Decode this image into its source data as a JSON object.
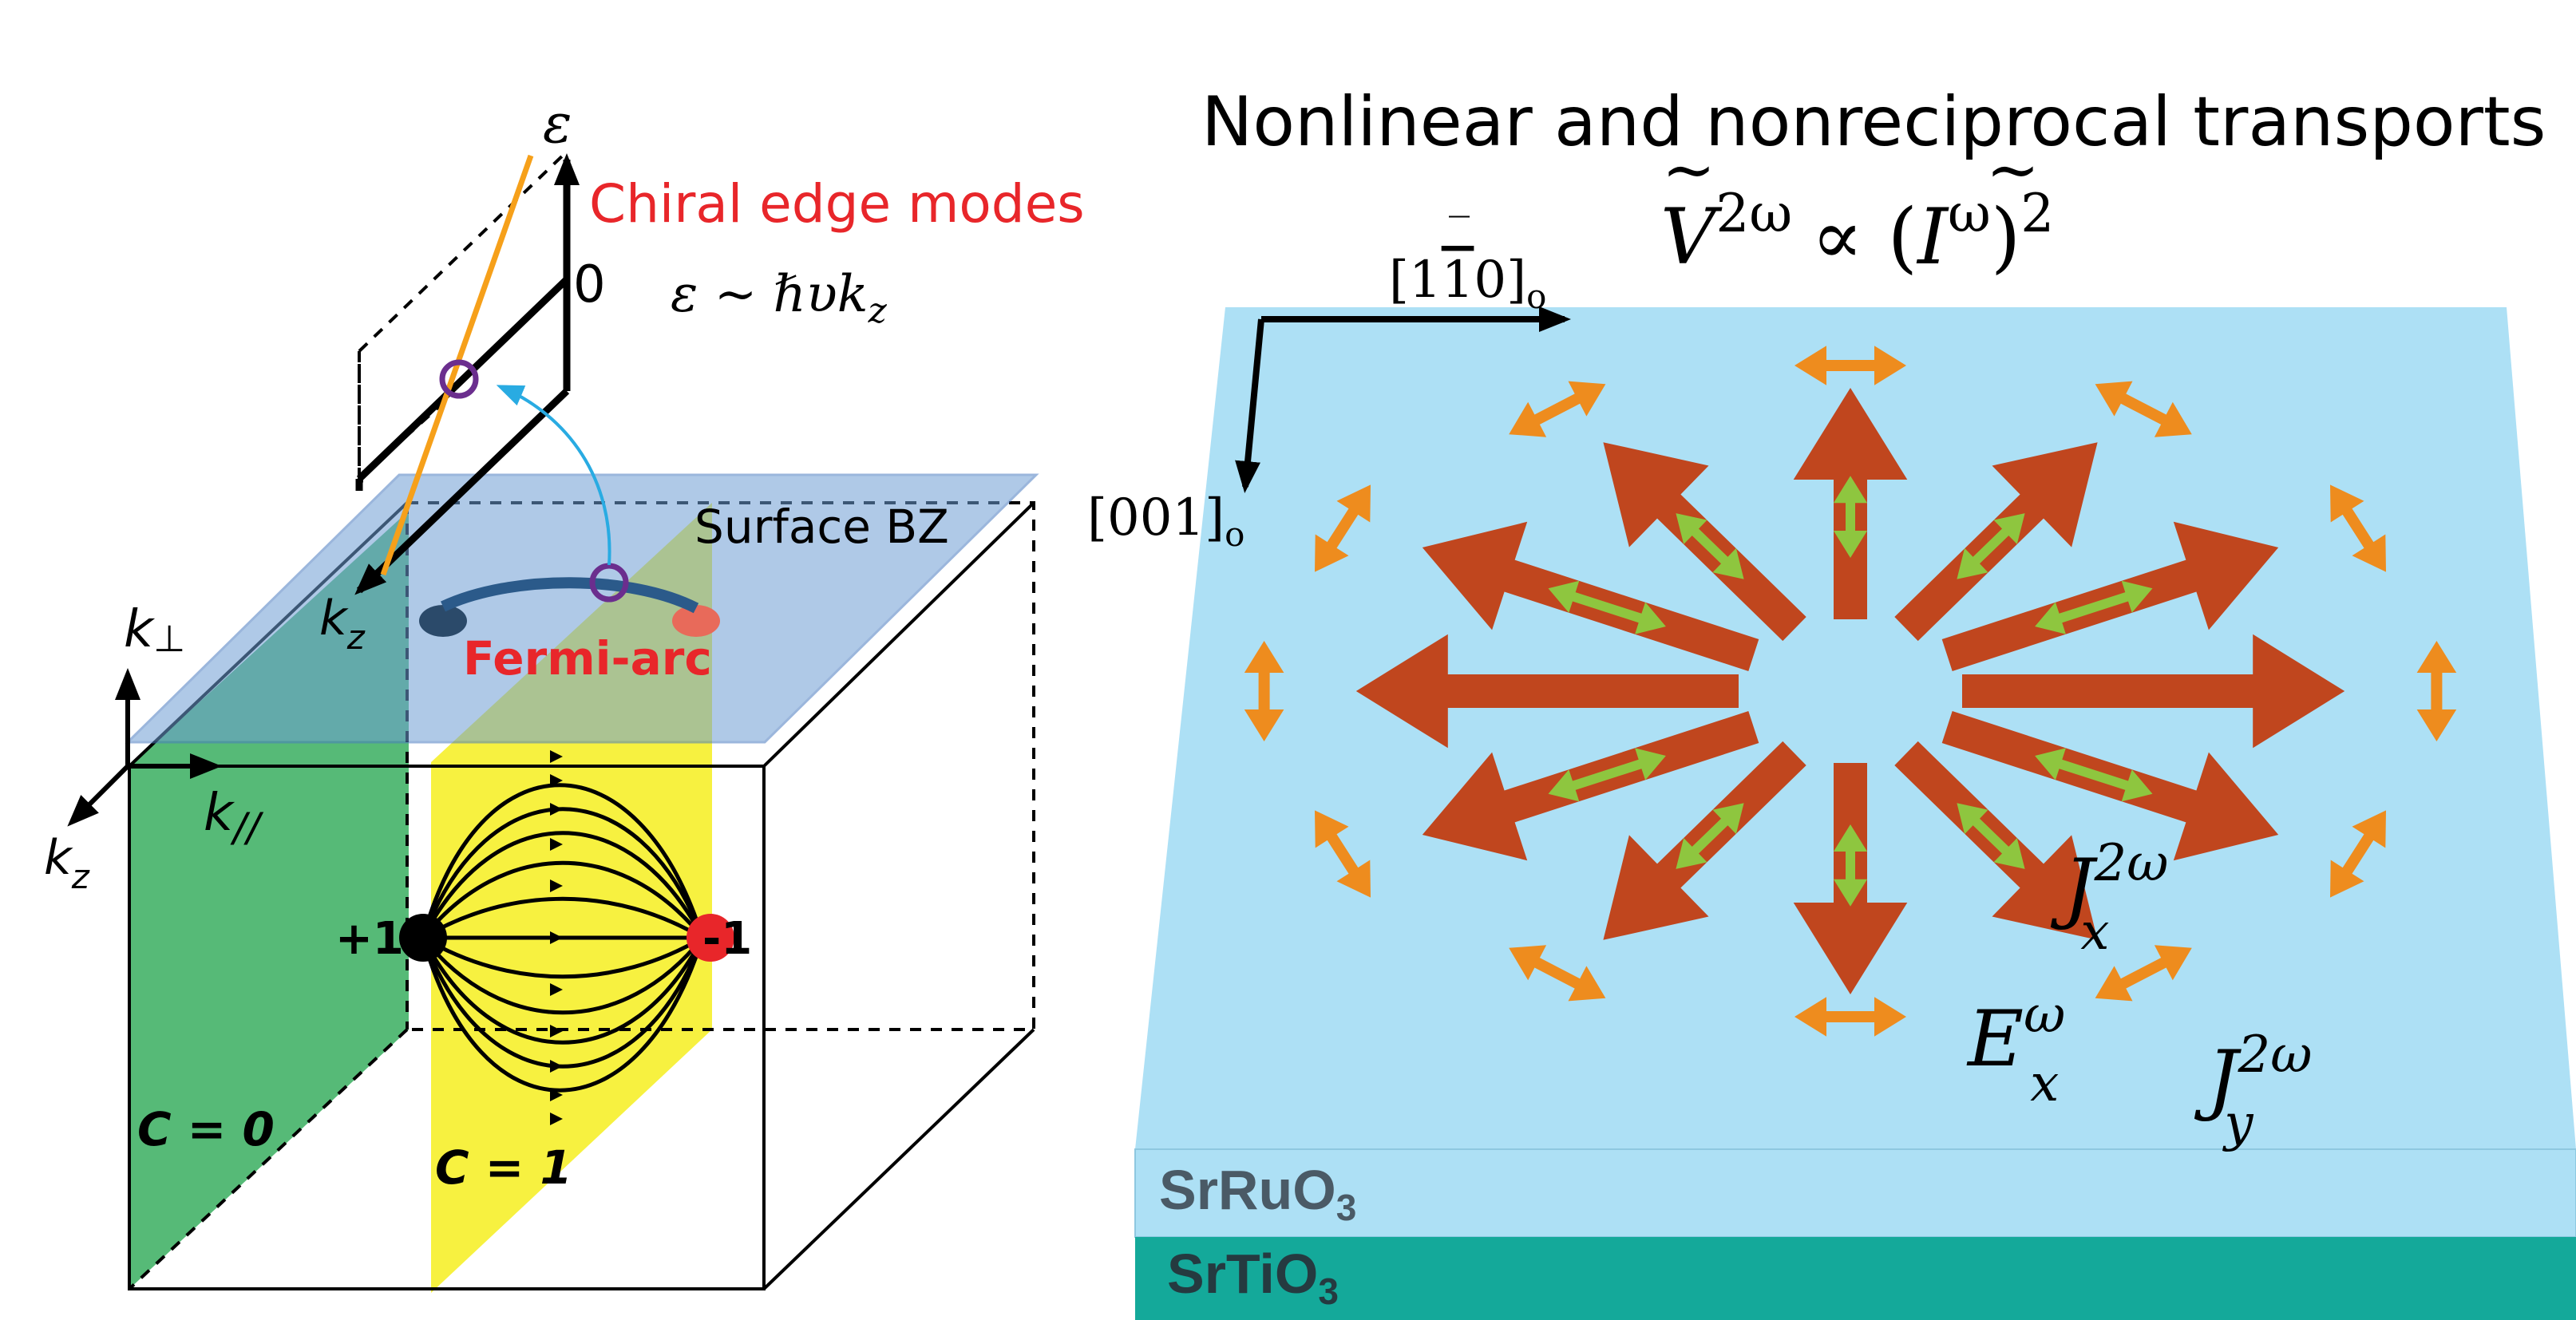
{
  "left_panel": {
    "energy_axis_label": "ε",
    "zero_label": "0",
    "chiral_title": "Chiral edge modes",
    "dispersion": "ε ~ ℏυk",
    "dispersion_sub": "z",
    "surface_label": "Surface BZ",
    "kz_top": "k",
    "kz_top_sub": "z",
    "fermi_arc": "Fermi-arc",
    "k_perp": "k",
    "k_perp_sub": "⊥",
    "k_par": "k",
    "k_par_sub": "//",
    "k_z": "k",
    "k_z_sub": "z",
    "plus_one": "+1",
    "minus_one": "-1",
    "c0": "C = 0",
    "c1": "C = 1"
  },
  "right_panel": {
    "title": "Nonlinear and nonreciprocal transports",
    "formula_v": "V",
    "formula_v_sup": "2ω",
    "formula_prop": "∝ (",
    "formula_i": "I",
    "formula_i_sup": "ω",
    "formula_close": ")",
    "formula_sq": "2",
    "axis_110_a": "[1",
    "axis_110_b": "1",
    "axis_110_c": "0]",
    "axis_110_sub": "o",
    "axis_001": "[001]",
    "axis_001_sub": "o",
    "jx": "J",
    "jx_sup": "2ω",
    "jx_sub": "x",
    "ex": "E",
    "ex_sup": "ω",
    "ex_sub": "x",
    "jy": "J",
    "jy_sup": "2ω",
    "jy_sub": "y",
    "layer_top": "SrRuO",
    "layer_top_sub": "3",
    "layer_bottom": "SrTiO",
    "layer_bottom_sub": "3"
  },
  "colors": {
    "surface_blue": "#ade0f5",
    "substrate_teal": "#14a99a",
    "brown_arrow": "#c0461e",
    "green_arrow": "#8ec63f",
    "orange_arrow": "#ee8c1e",
    "red_label": "#e8262a",
    "yellow_plane": "#f5ee10",
    "green_plane": "#1ea34a",
    "surface_plane": "#6e9ed5"
  }
}
